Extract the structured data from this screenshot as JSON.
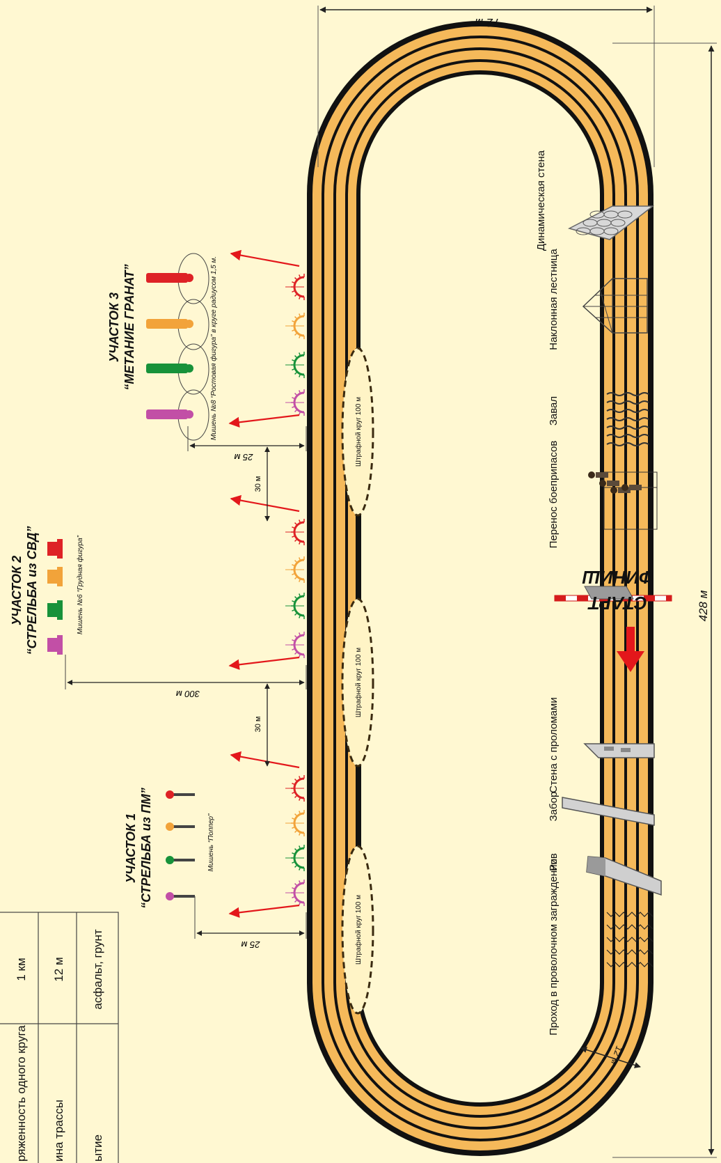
{
  "dimensions": {
    "width": "72 м",
    "length": "428 м",
    "lane_width": "12 м"
  },
  "start_finish": {
    "start": "СТАРТ",
    "finish": "ФИНИШ"
  },
  "obstacles": [
    {
      "id": "dynamic-wall",
      "name": "Динамическая стена"
    },
    {
      "id": "inclined-ladder",
      "name": "Наклонная лестница"
    },
    {
      "id": "blockage",
      "name": "Завал"
    },
    {
      "id": "ammo-carry",
      "name": "Перенос боеприпасов"
    },
    {
      "id": "breach-wall",
      "name": "Стена с проломами"
    },
    {
      "id": "fence",
      "name": "Забор"
    },
    {
      "id": "ditch",
      "name": "Ров"
    },
    {
      "id": "wire-passage",
      "name": "Проход в проволочном заграждении"
    }
  ],
  "sections": [
    {
      "title": "УЧАСТОК 1",
      "subtitle": "“СТРЕЛЬБА из ПМ”",
      "target": "Мишень “Поппер”",
      "distance": "25 м"
    },
    {
      "title": "УЧАСТОК 2",
      "subtitle": "“СТРЕЛЬБА из СВД”",
      "target": "Мишень №6 “Грудная фигура”",
      "distance": "300 м"
    },
    {
      "title": "УЧАСТОК 3",
      "subtitle": "“МЕТАНИЕ ГРАНАТ”",
      "target": "Мишень №8 “Ростовая фигура” в круге радиусом 1,5 м.",
      "distance": "25 м"
    }
  ],
  "gaps": [
    "30 м",
    "30 м"
  ],
  "penalty_loop": "Штрафной круг 100 м",
  "table": [
    {
      "label": "ряженность одного круга",
      "value": "1 км"
    },
    {
      "label": "ина трассы",
      "value": "12 м"
    },
    {
      "label": "ытие",
      "value": "асфальт, грунт"
    }
  ],
  "colors": {
    "track": "#f5b95a",
    "background": "#fff8d2",
    "arrow": "#e3171b",
    "lanes": [
      "#c24fa6",
      "#17923a",
      "#f2a33a",
      "#de2226"
    ]
  }
}
